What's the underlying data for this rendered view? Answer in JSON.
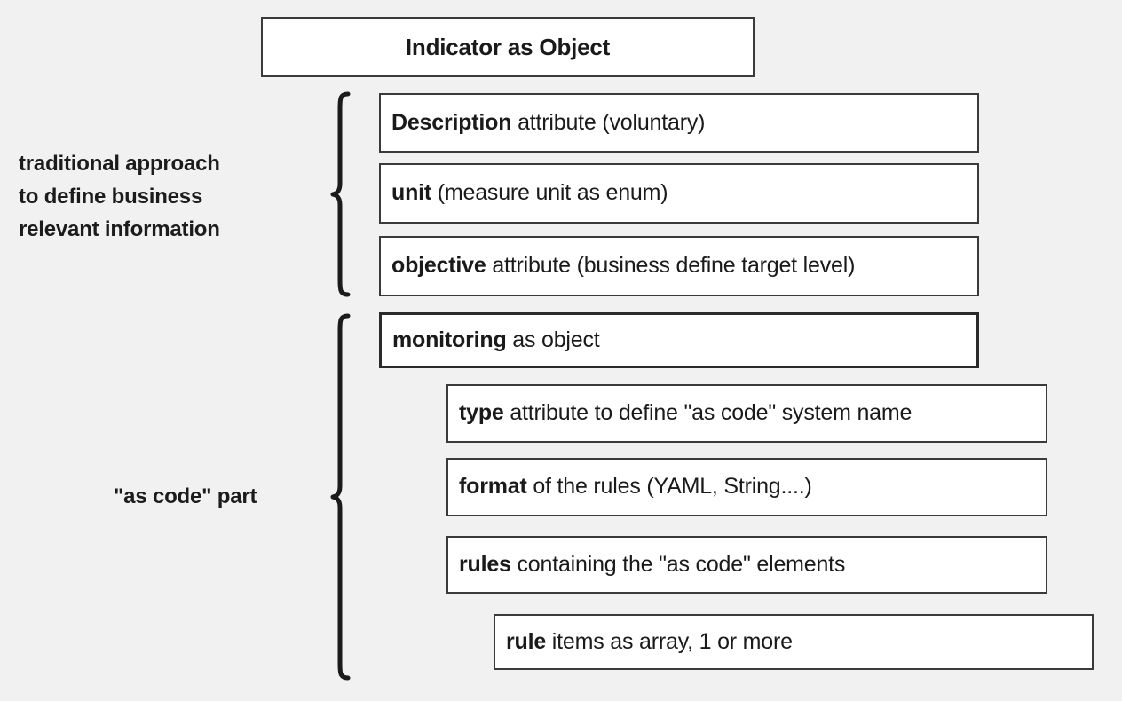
{
  "diagram": {
    "title_box": {
      "label": "Indicator as Object"
    },
    "groups": [
      {
        "name": "traditional",
        "side_label": "traditional approach\nto define business\nrelevant information",
        "brace": "left-curly-brace"
      },
      {
        "name": "as-code",
        "side_label": "\"as code\" part",
        "brace": "left-curly-brace"
      }
    ],
    "boxes": [
      {
        "key": "description",
        "bold": "Description",
        "rest": " attribute (voluntary)"
      },
      {
        "key": "unit",
        "bold": "unit",
        "rest": " (measure unit as enum)"
      },
      {
        "key": "objective",
        "bold": "objective",
        "rest": " attribute (business define target level)"
      },
      {
        "key": "monitoring",
        "bold": "monitoring",
        "rest": " as object"
      },
      {
        "key": "type",
        "bold": "type",
        "rest": " attribute to define \"as code\" system name"
      },
      {
        "key": "format",
        "bold": "format",
        "rest": " of the rules (YAML, String....)"
      },
      {
        "key": "rules",
        "bold": "rules",
        "rest": " containing the \"as code\" elements"
      },
      {
        "key": "rule",
        "bold": "rule",
        "rest": " items as array, 1 or more"
      }
    ],
    "colors": {
      "background": "#f1f1f1",
      "box_fill": "#ffffff",
      "box_border": "#3a3a3a",
      "emphasis_border": "#2b2b2b",
      "text": "#1a1a1a"
    }
  }
}
